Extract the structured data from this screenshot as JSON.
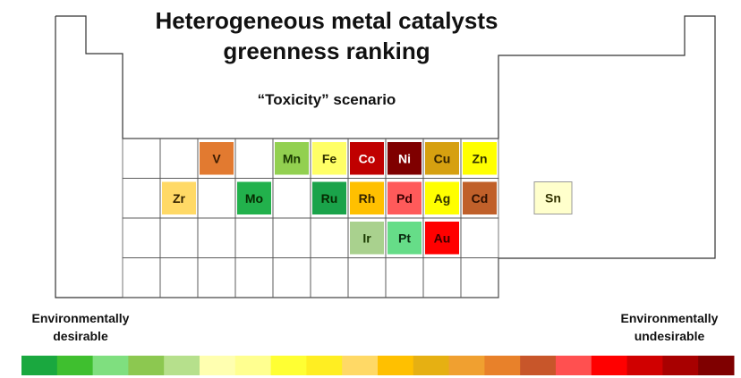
{
  "title_line1": "Heterogeneous metal catalysts",
  "title_line2": "greenness ranking",
  "scenario": "“Toxicity” scenario",
  "legend": {
    "left_line1": "Environmentally",
    "left_line2": "desirable",
    "right_line1": "Environmentally",
    "right_line2": "undesirable"
  },
  "color_scale": [
    "#1aa83f",
    "#3fbf2f",
    "#7fdf7f",
    "#8cc850",
    "#b6e08c",
    "#ffffb0",
    "#ffff90",
    "#ffff33",
    "#ffee22",
    "#ffd966",
    "#ffc000",
    "#e6b012",
    "#f0a030",
    "#e8812a",
    "#c8562a",
    "#ff5050",
    "#ff0000",
    "#d00000",
    "#a80000",
    "#7f0000"
  ],
  "cells": [
    {
      "symbol": "V",
      "row": 0,
      "col": 2,
      "color": "#e27a30",
      "text_color": "#3a1a00"
    },
    {
      "symbol": "Mn",
      "row": 0,
      "col": 4,
      "color": "#92d050",
      "text_color": "#1a3a00"
    },
    {
      "symbol": "Fe",
      "row": 0,
      "col": 5,
      "color": "#ffff66",
      "text_color": "#333300"
    },
    {
      "symbol": "Co",
      "row": 0,
      "col": 6,
      "color": "#c00000",
      "text_color": "#ffffff"
    },
    {
      "symbol": "Ni",
      "row": 0,
      "col": 7,
      "color": "#7f0000",
      "text_color": "#ffffff"
    },
    {
      "symbol": "Cu",
      "row": 0,
      "col": 8,
      "color": "#d6a010",
      "text_color": "#332200"
    },
    {
      "symbol": "Zn",
      "row": 0,
      "col": 9,
      "color": "#ffff00",
      "text_color": "#333300"
    },
    {
      "symbol": "Zr",
      "row": 1,
      "col": 1,
      "color": "#ffd966",
      "text_color": "#332200"
    },
    {
      "symbol": "Mo",
      "row": 1,
      "col": 3,
      "color": "#22b14c",
      "text_color": "#062a00"
    },
    {
      "symbol": "Ru",
      "row": 1,
      "col": 5,
      "color": "#1aa34a",
      "text_color": "#062a00"
    },
    {
      "symbol": "Rh",
      "row": 1,
      "col": 6,
      "color": "#ffc000",
      "text_color": "#332200"
    },
    {
      "symbol": "Pd",
      "row": 1,
      "col": 7,
      "color": "#ff5a5a",
      "text_color": "#3a0000"
    },
    {
      "symbol": "Ag",
      "row": 1,
      "col": 8,
      "color": "#ffff00",
      "text_color": "#333300"
    },
    {
      "symbol": "Cd",
      "row": 1,
      "col": 9,
      "color": "#c0602a",
      "text_color": "#2a0e00"
    },
    {
      "symbol": "Ir",
      "row": 2,
      "col": 6,
      "color": "#a9d18e",
      "text_color": "#1a3a00"
    },
    {
      "symbol": "Pt",
      "row": 2,
      "col": 7,
      "color": "#66dd88",
      "text_color": "#0a2a10"
    },
    {
      "symbol": "Au",
      "row": 2,
      "col": 8,
      "color": "#ff0000",
      "text_color": "#3a0000"
    },
    {
      "symbol": "Sn",
      "row": 1,
      "col": 11,
      "color": "#ffffcc",
      "text_color": "#333300"
    }
  ]
}
